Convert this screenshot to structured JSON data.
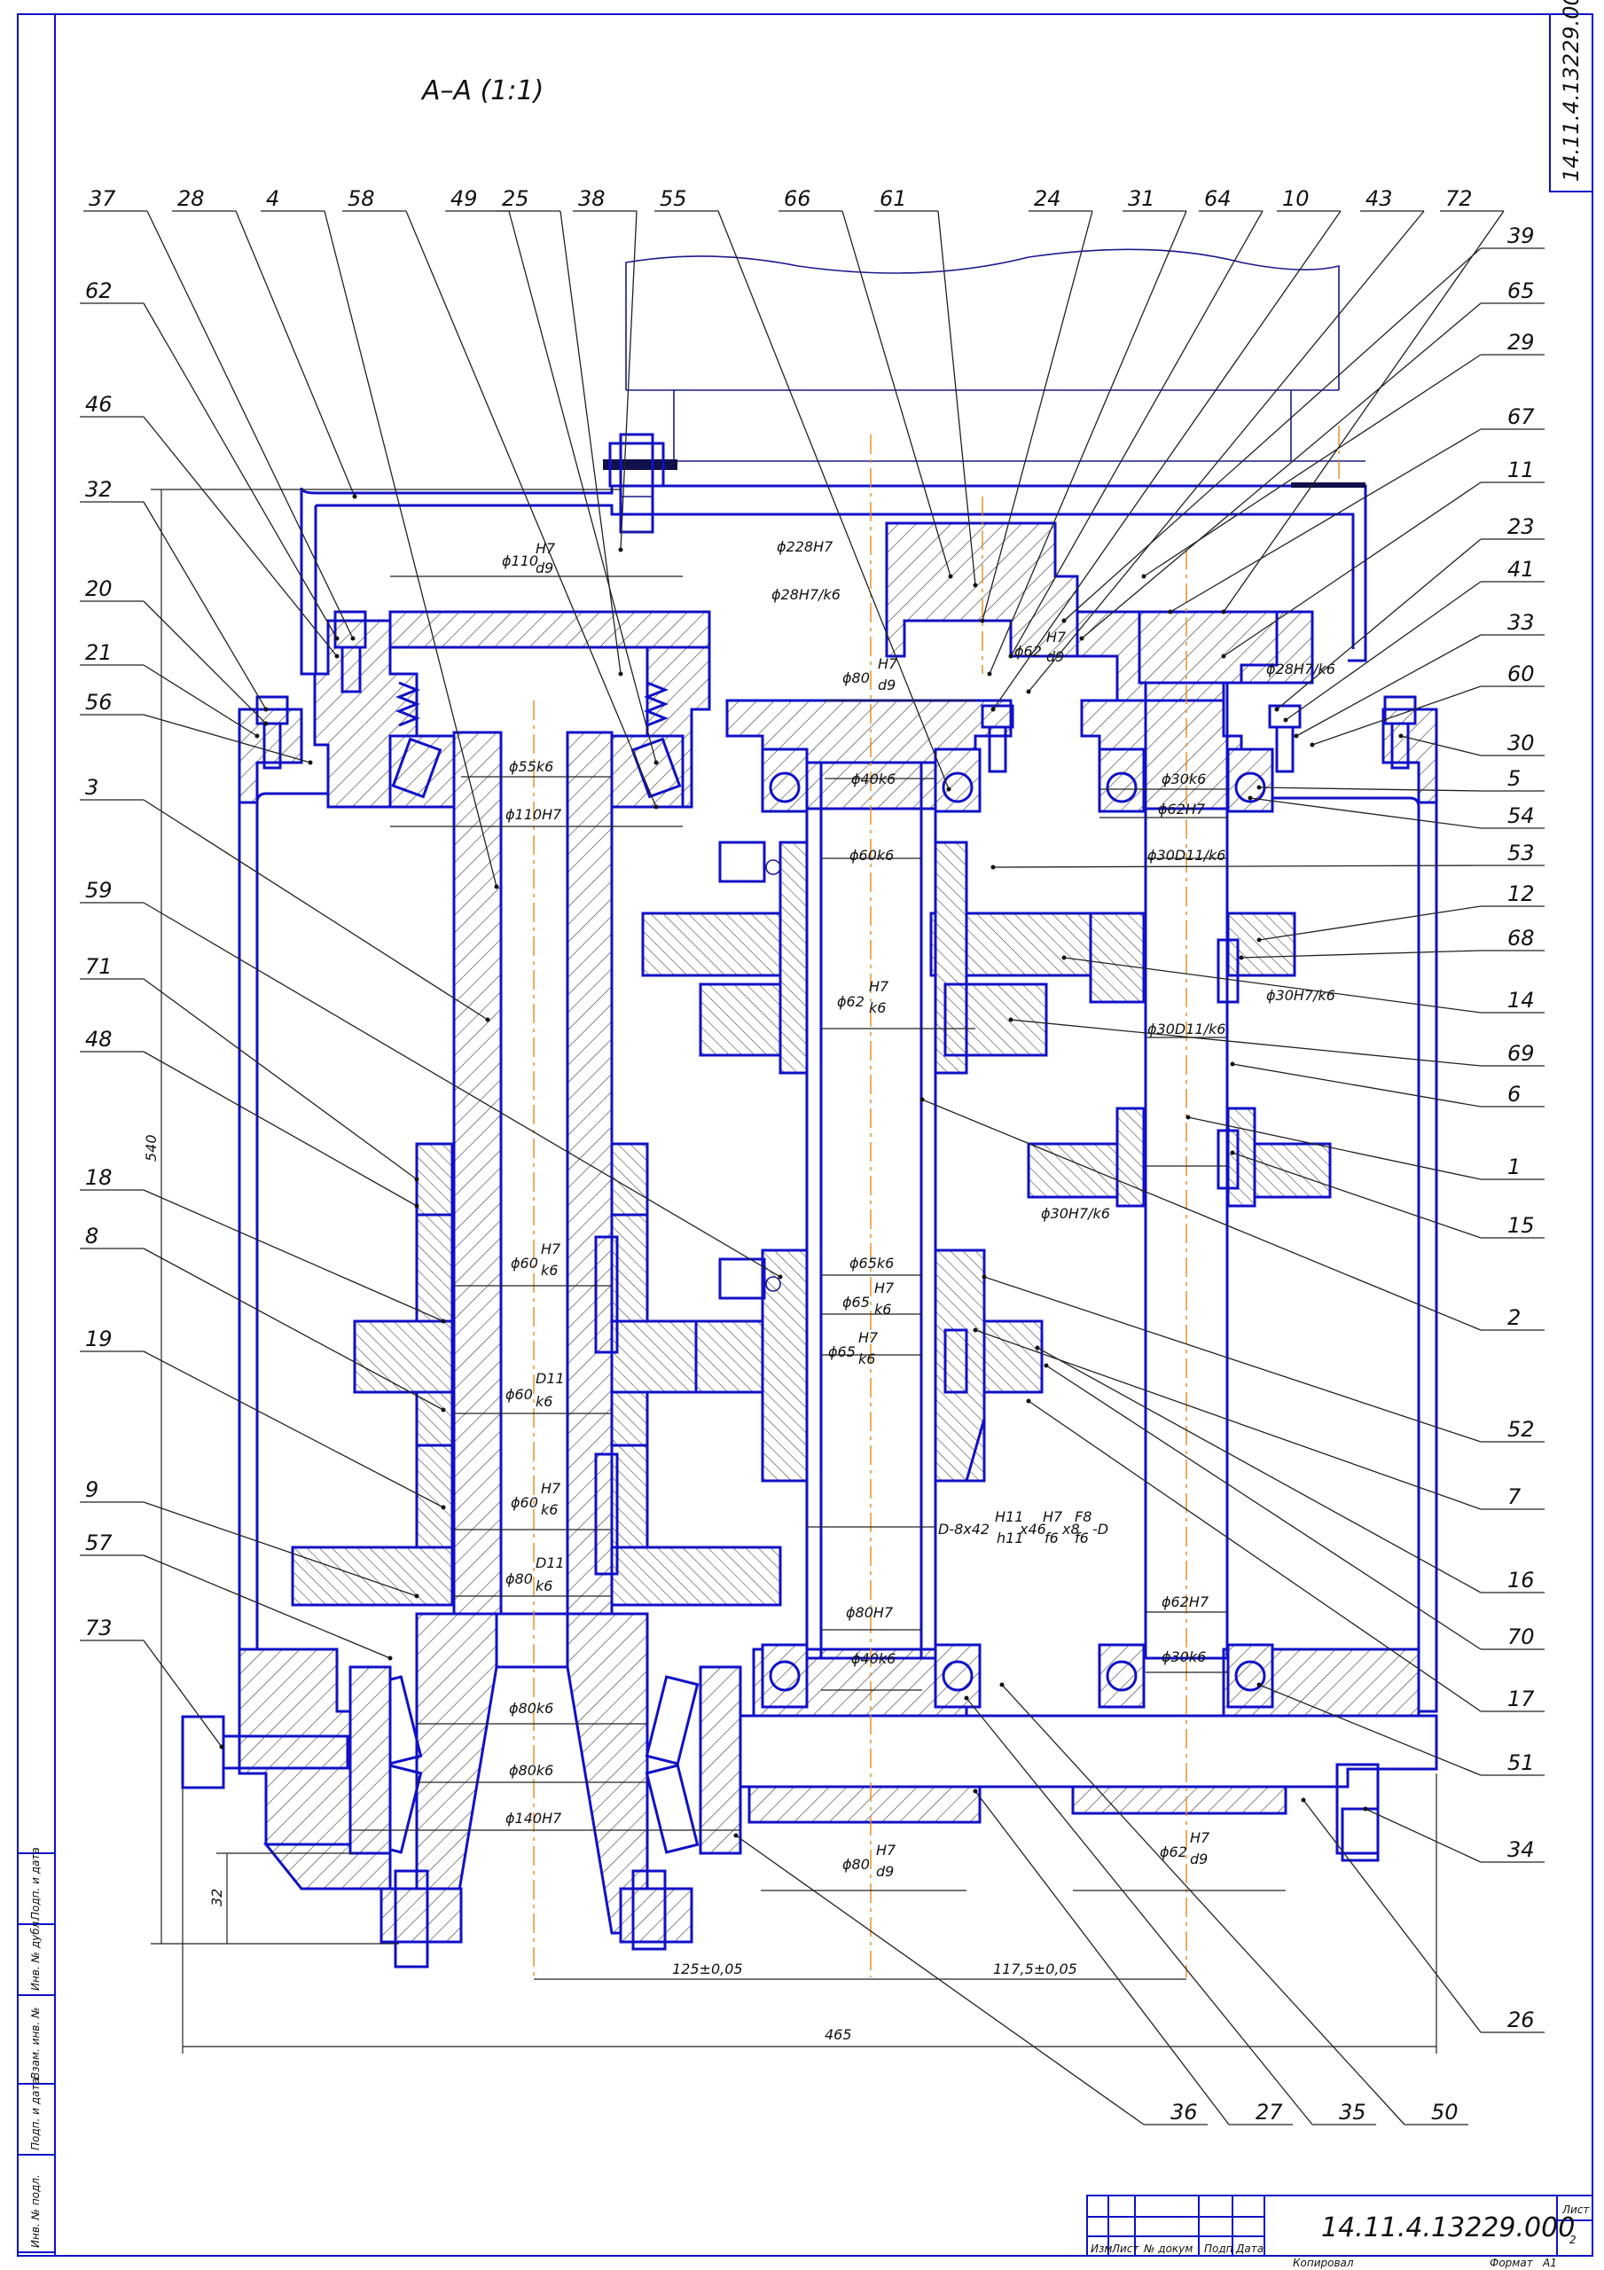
{
  "drawing": {
    "section_title": "A–A (1:1)",
    "code": "14.11.4.13229.000",
    "stamp_sheet_label": "Лист",
    "stamp_sheet_no": "2",
    "stamp_cols": [
      "Изм",
      "Лист",
      "№ докум",
      "Подп",
      "Дата"
    ],
    "copied_label": "Копировал",
    "format_label": "Формат",
    "format_value": "А1",
    "side_strip": [
      "Подп. и дата",
      "Инв. № дубл.",
      "Взам. инв. №",
      "Подп. и дата",
      "Инв. № подл."
    ]
  },
  "part_labels": {
    "top": [
      "37",
      "28",
      "4",
      "58",
      "49",
      "25",
      "38",
      "55",
      "66",
      "61",
      "24",
      "31",
      "64",
      "10",
      "43",
      "72"
    ],
    "left": [
      "62",
      "46",
      "32",
      "20",
      "21",
      "56",
      "3",
      "59",
      "71",
      "48",
      "18",
      "8",
      "19",
      "9",
      "57",
      "73"
    ],
    "right": [
      "39",
      "65",
      "29",
      "67",
      "11",
      "23",
      "41",
      "33",
      "60",
      "30",
      "5",
      "54",
      "53",
      "12",
      "68",
      "14",
      "69",
      "6",
      "1",
      "15",
      "2",
      "52",
      "7",
      "16",
      "70",
      "17",
      "51",
      "34",
      "26"
    ],
    "bottom": [
      "36",
      "27",
      "35",
      "50"
    ]
  },
  "fits": {
    "f1_base": "ϕ110",
    "f1_num": "H7",
    "f1_den": "d9",
    "f2": "ϕ55k6",
    "f3": "ϕ110H7",
    "f4": "ϕ228H7",
    "f5": "ϕ28H7/k6",
    "f6_base": "ϕ80",
    "f6_num": "H7",
    "f6_den": "d9",
    "f7_base": "ϕ62",
    "f7_num": "H7",
    "f7_den": "d9",
    "f8": "ϕ28H7/k6",
    "f9": "ϕ40k6",
    "f10": "ϕ30k6",
    "f11": "ϕ62H7",
    "f12": "ϕ60k6",
    "f13": "ϕ30D11/k6",
    "f14": "ϕ30H7/k6",
    "f15_base": "ϕ62",
    "f15_num": "H7",
    "f15_den": "k6",
    "f16": "ϕ30D11/k6",
    "f17": "ϕ30H7/k6",
    "f18_base": "ϕ60",
    "f18_num": "H7",
    "f18_den": "k6",
    "f19": "ϕ65k6",
    "f20_base": "ϕ65",
    "f20_num": "H7",
    "f20_den": "k6",
    "f21_base": "ϕ65",
    "f21_num": "H7",
    "f21_den": "k6",
    "f22_base": "ϕ60",
    "f22_num": "D11",
    "f22_den": "k6",
    "f23_base": "ϕ60",
    "f23_num": "H7",
    "f23_den": "k6",
    "f24_base": "ϕ80",
    "f24_num": "D11",
    "f24_den": "k6",
    "f25": "D-8x42",
    "f25_a_num": "H11",
    "f25_a_den": "h11",
    "f25_b": "x46",
    "f25_c_num": "H7",
    "f25_c_den": "f6",
    "f25_d": "x8",
    "f25_e_num": "F8",
    "f25_e_den": "f6",
    "f25_f": "-D",
    "f26": "ϕ80H7",
    "f27": "ϕ40k6",
    "f28": "ϕ62H7",
    "f29": "ϕ30k6",
    "f30": "ϕ80k6",
    "f31": "ϕ80k6",
    "f32": "ϕ140H7",
    "f33_base": "ϕ80",
    "f33_num": "H7",
    "f33_den": "d9",
    "f34_base": "ϕ62",
    "f34_num": "H7",
    "f34_den": "d9"
  },
  "dimensions": {
    "height": "540",
    "offset": "32",
    "span1": "125±0,05",
    "span2": "117,5±0,05",
    "total": "465"
  }
}
